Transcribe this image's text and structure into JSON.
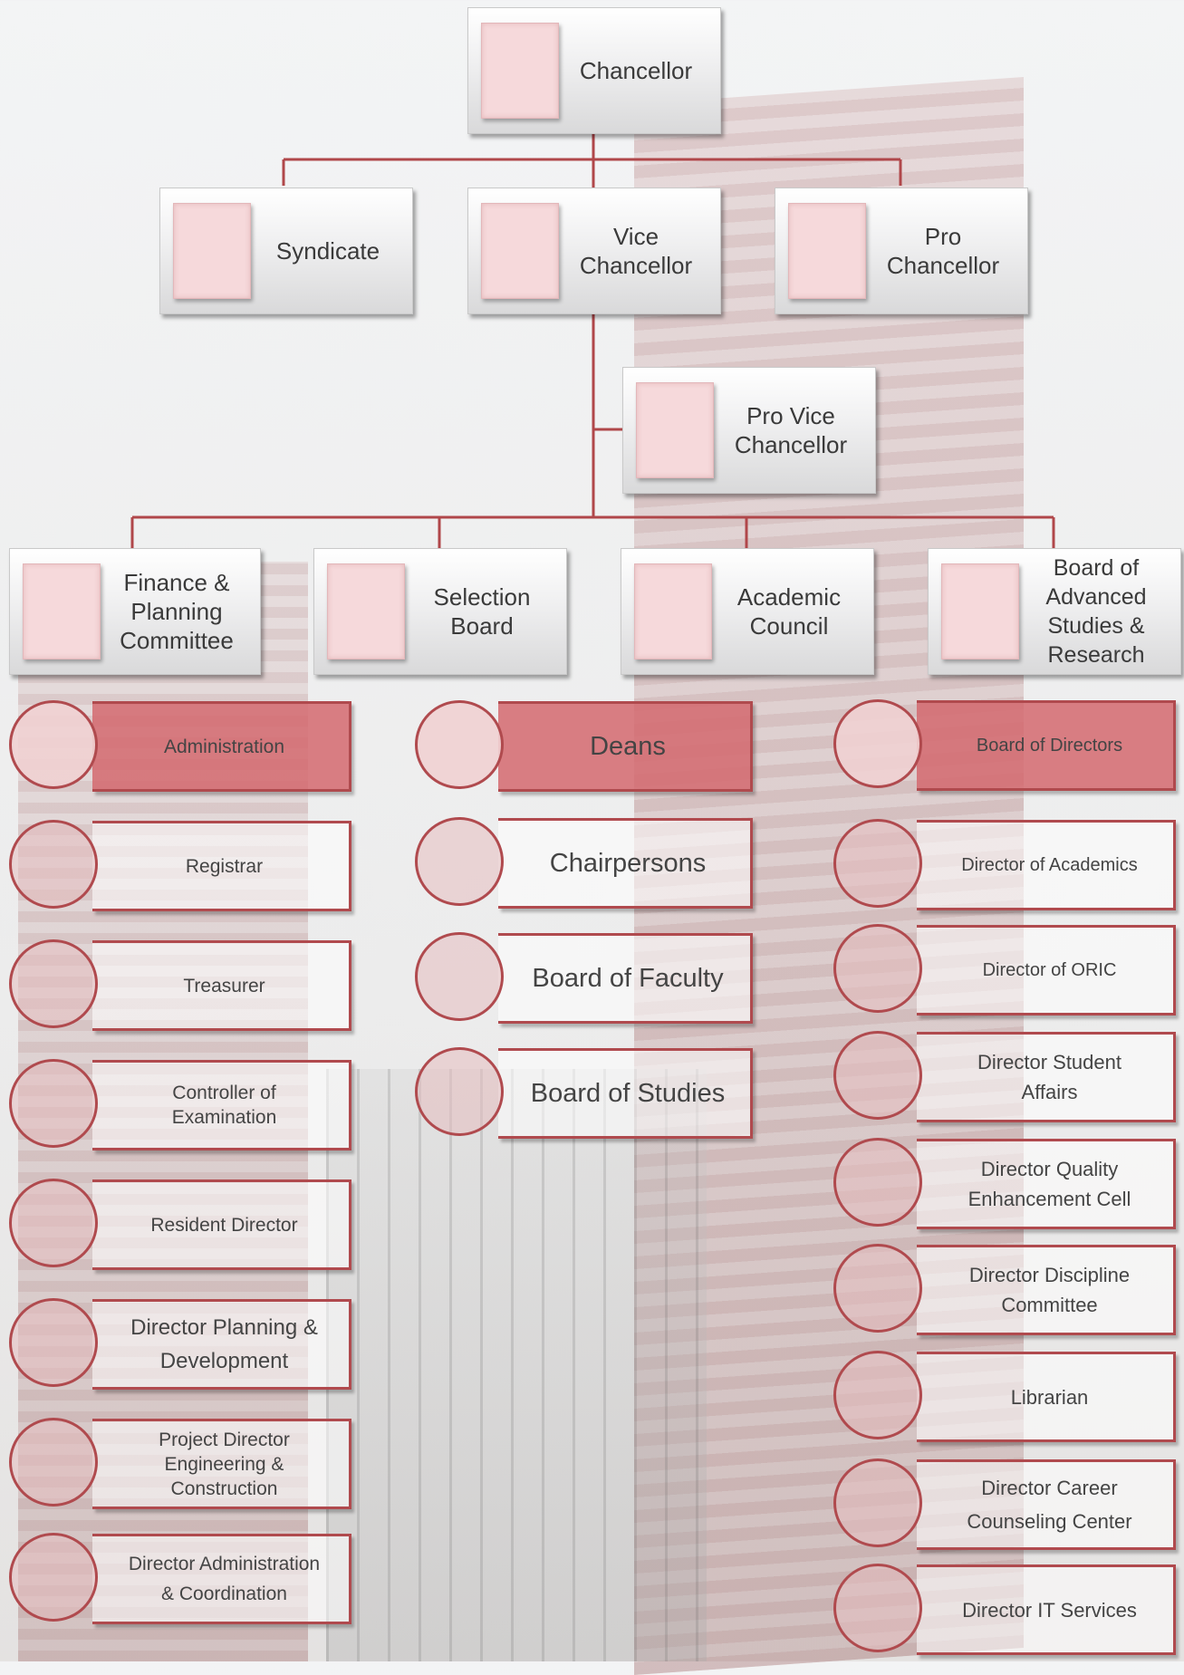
{
  "top": {
    "chancellor": "Chancellor",
    "syndicate": "Syndicate",
    "vice_chancellor": "Vice\nChancellor",
    "pro_chancellor": "Pro Chancellor",
    "pro_vice_chancellor": "Pro Vice\nChancellor",
    "finance": "Finance &\nPlanning\nCommittee",
    "selection_board": "Selection\nBoard",
    "academic_council": "Academic\nCouncil",
    "basr": "Board of\nAdvanced\nStudies &\nResearch"
  },
  "left_column": [
    "Administration",
    "Registrar",
    "Treasurer",
    "Controller of\nExamination",
    "Resident Director",
    "Director Planning &\nDevelopment",
    "Project Director\nEngineering &\nConstruction",
    "Director Administration\n& Coordination"
  ],
  "middle_column": [
    "Deans",
    "Chairpersons",
    "Board of Faculty",
    "Board of Studies"
  ],
  "right_column": [
    "Board of Directors",
    "Director of Academics",
    "Director of ORIC",
    "Director Student\nAffairs",
    "Director Quality\nEnhancement Cell",
    "Director Discipline\nCommittee",
    "Librarian",
    "Director Career\nCounseling Center",
    "Director IT Services"
  ],
  "colors": {
    "connector": "#b0474a",
    "header_fill": "#d4696e",
    "square_fill": "#f6d9db"
  }
}
